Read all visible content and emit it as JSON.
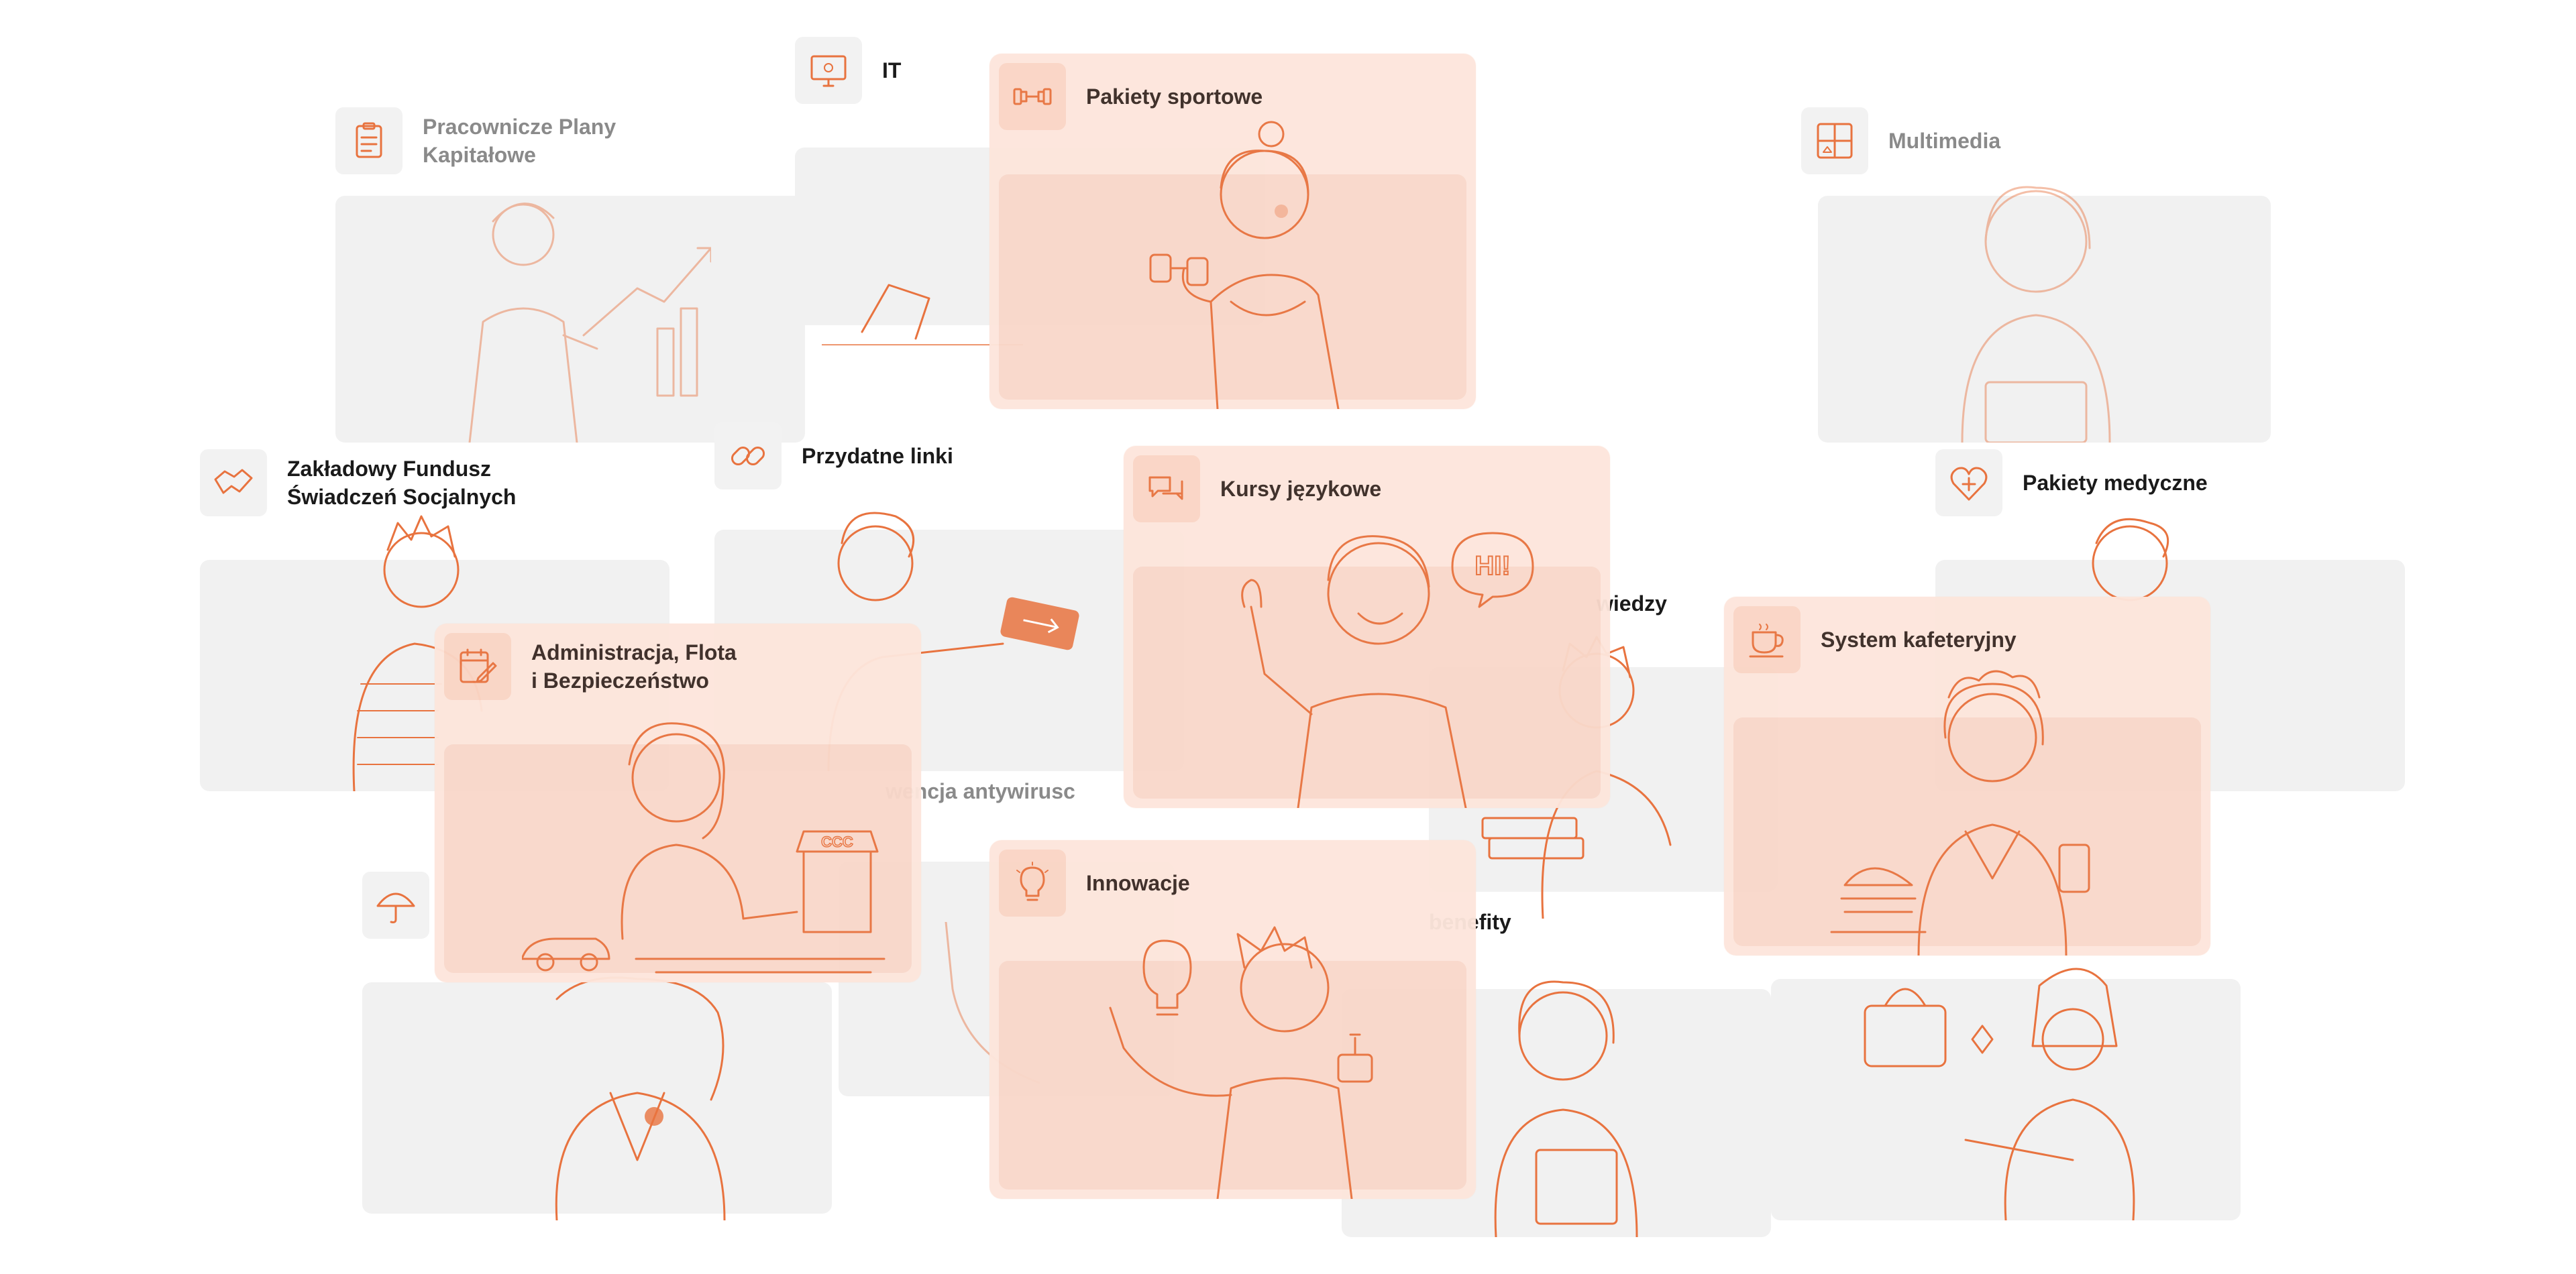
{
  "accent_color": "#e8733f",
  "tiles": {
    "ppk": {
      "title": "Pracownicze Plany\nKapitałowe",
      "icon": "clipboard-icon"
    },
    "it": {
      "title": "IT",
      "icon": "monitor-icon"
    },
    "sport": {
      "title": "Pakiety sportowe",
      "icon": "dumbbell-icon"
    },
    "multimedia": {
      "title": "Multimedia",
      "icon": "media-grid-icon"
    },
    "zfss": {
      "title": "Zakładowy Fundusz\nŚwiadczeń Socjalnych",
      "icon": "handshake-icon"
    },
    "links": {
      "title": "Przydatne linki",
      "icon": "link-icon"
    },
    "languages": {
      "title": "Kursy językowe",
      "icon": "chat-bubbles-icon"
    },
    "medical": {
      "title": "Pakiety medyczne",
      "icon": "heart-cross-icon"
    },
    "admin": {
      "title": "Administracja, Flota\ni Bezpieczeństwo",
      "icon": "calendar-edit-icon"
    },
    "knowledge": {
      "title": "wiedzy",
      "icon": "book-icon"
    },
    "cafeteria": {
      "title": "System kafeteryjny",
      "icon": "coffee-cup-icon"
    },
    "antivirus": {
      "title": "wencja antywirusc",
      "icon": "shield-icon"
    },
    "insurance": {
      "title": "",
      "icon": "umbrella-icon"
    },
    "innovation": {
      "title": "Innowacje",
      "icon": "lightbulb-icon"
    },
    "other": {
      "title": "benefity",
      "icon": "gift-icon"
    }
  },
  "illustration_texts": {
    "speech_bubble": "HI!",
    "shop_sign": "CCC"
  }
}
